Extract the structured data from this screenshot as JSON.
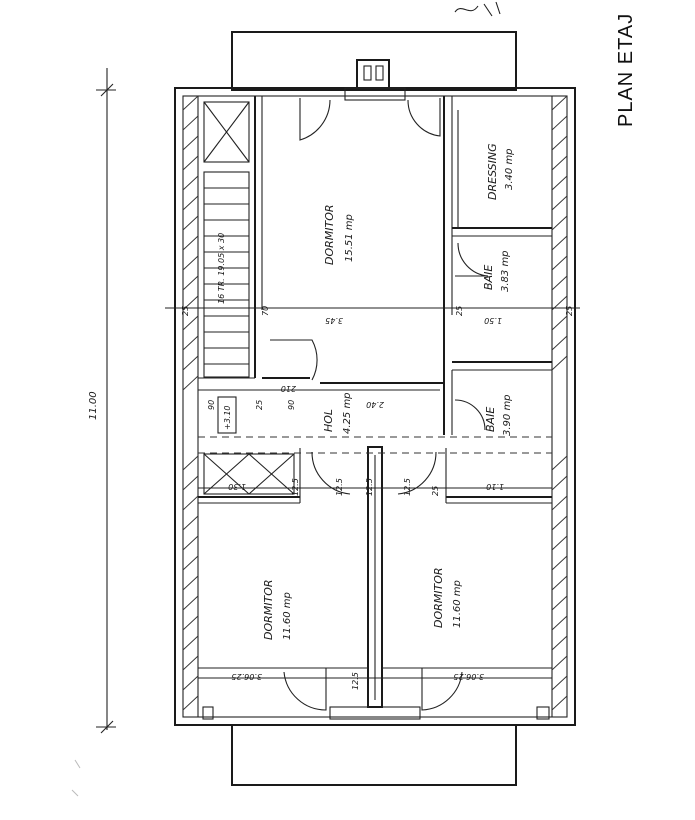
{
  "title": "PLAN ETAJ",
  "overall_dimension": "11.00",
  "rooms": [
    {
      "name": "DORMITOR",
      "area": "15.51 mp"
    },
    {
      "name": "DRESSING",
      "area": "3.40 mp"
    },
    {
      "name": "BAIE",
      "area": "3.83 mp"
    },
    {
      "name": "HOL",
      "area": "4.25 mp"
    },
    {
      "name": "BAIE",
      "area": "3.90 mp"
    },
    {
      "name": "DORMITOR",
      "area": "11.60 mp"
    },
    {
      "name": "DORMITOR",
      "area": "11.60 mp"
    }
  ],
  "stair_label": "16 TR. 19.05 x 30",
  "level_mark": "+3.10",
  "dimensions": {
    "row_top": [
      "25",
      "70",
      "3.45",
      "25",
      "1.50",
      "25"
    ],
    "hall_left": [
      "90",
      "25",
      "210",
      "90",
      "2.40"
    ],
    "row_mid": [
      "1.30",
      "12.5",
      "12.5",
      "12.5",
      "12.5",
      "25",
      "1.10"
    ],
    "row_bottom": [
      "3.06.25",
      "12.5",
      "3.06.25"
    ]
  }
}
